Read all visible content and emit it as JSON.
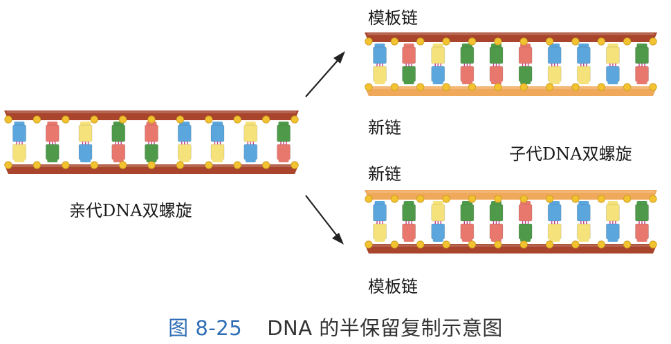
{
  "labels": {
    "parent": "亲代DNA双螺旋",
    "daughter": "子代DNA双螺旋",
    "top_template": "模板链",
    "top_new": "新链",
    "bottom_new": "新链",
    "bottom_template": "模板链"
  },
  "caption": {
    "number": "图 8-25",
    "text": "DNA 的半保留复制示意图"
  },
  "colors": {
    "template_strand": "#a8452c",
    "new_strand": "#f0a95a",
    "phosphate": "#f2c230",
    "base_blue": "#5ba6dc",
    "base_green": "#4f9a4a",
    "base_red": "#e8786e",
    "base_yellow": "#f6e27a",
    "hydrogen_bond": "#c23a8a",
    "arrow": "#222222",
    "caption": "#2f6db5"
  },
  "parent_pairs": [
    "blue",
    "red",
    "yellow",
    "green",
    "red",
    "blue",
    "blue",
    "yellow",
    "green"
  ],
  "top_daughter_pairs": [
    "blue",
    "red",
    "yellow",
    "green",
    "green",
    "red",
    "blue",
    "blue",
    "yellow",
    "green"
  ],
  "bottom_daughter_pairs": [
    "blue",
    "green",
    "yellow",
    "green",
    "green",
    "red",
    "blue",
    "blue",
    "yellow",
    "green"
  ]
}
